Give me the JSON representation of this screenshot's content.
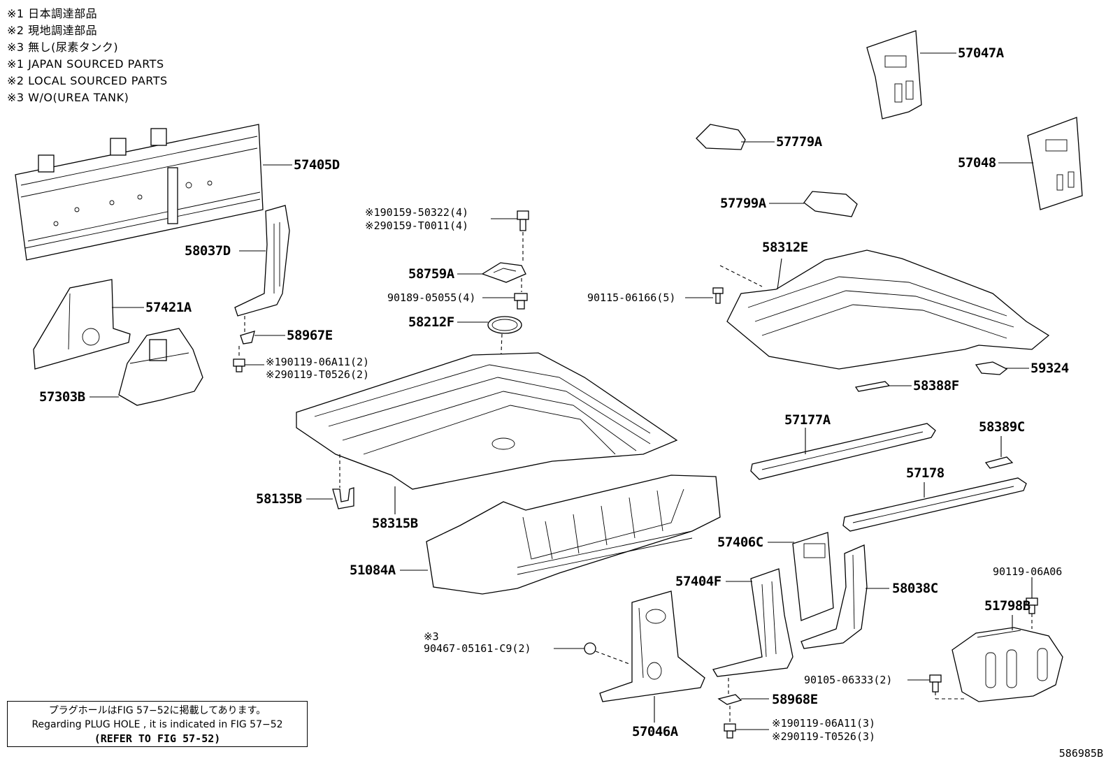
{
  "notes": [
    "※1 日本調達部品",
    "※2 現地調達部品",
    "※3 無し(尿素タンク)",
    "※1 JAPAN SOURCED PARTS",
    "※2 LOCAL SOURCED PARTS",
    "※3 W/O(UREA TANK)"
  ],
  "callouts": {
    "p57405D": "57405D",
    "p58037D": "58037D",
    "p57421A": "57421A",
    "p58967E": "58967E",
    "p57303B": "57303B",
    "f90119_1": "※190119-06A11(2)",
    "f90119_2": "※290119-T0526(2)",
    "f90159_1": "※190159-50322(4)",
    "f90159_2": "※290159-T0011(4)",
    "p58759A": "58759A",
    "f90189": "90189-05055(4)",
    "p58212F": "58212F",
    "p58135B": "58135B",
    "p58315B": "58315B",
    "p51084A": "51084A",
    "p57047A": "57047A",
    "p57779A": "57779A",
    "p57048": "57048",
    "p57799A": "57799A",
    "p58312E": "58312E",
    "f90115": "90115-06166(5)",
    "p59324": "59324",
    "p58388F": "58388F",
    "p57177A": "57177A",
    "p58389C": "58389C",
    "p57178": "57178",
    "p57406C": "57406C",
    "p57404F": "57404F",
    "p58038C": "58038C",
    "f90119_06A06": "90119-06A06",
    "p51798B": "51798B",
    "note3": "※3",
    "f90467": "90467-05161-C9(2)",
    "f90105": "90105-06333(2)",
    "p58968E": "58968E",
    "f90119_3a": "※190119-06A11(3)",
    "f90119_3b": "※290119-T0526(3)",
    "p57046A": "57046A"
  },
  "notebox": {
    "line1": "プラグホールはFIG 57−52に掲載してあります。",
    "line2": "Regarding PLUG HOLE , it is indicated in FIG 57−52",
    "line3": "(REFER TO FIG 57-52)"
  },
  "figure_id": "586985B"
}
